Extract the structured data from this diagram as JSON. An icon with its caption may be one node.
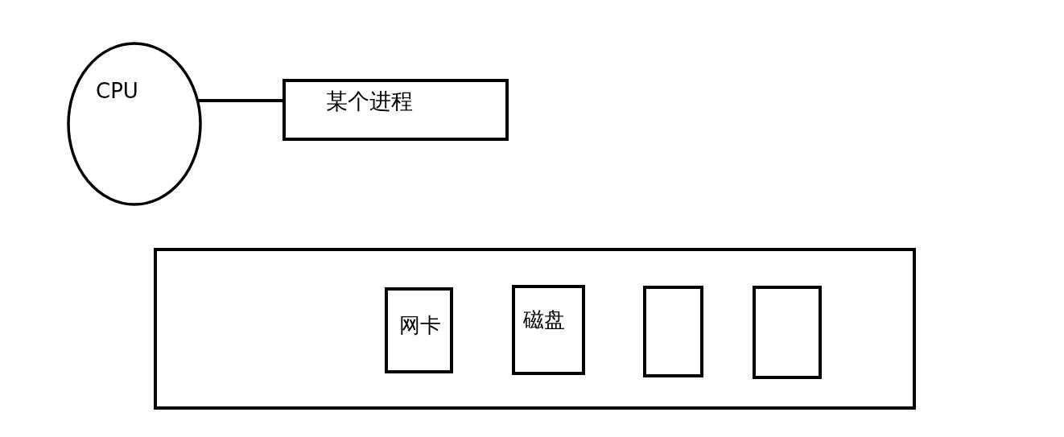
{
  "diagram": {
    "nodes": [
      {
        "text": [
          "CPU"
        ]
      },
      {
        "text": [
          "某个进程"
        ]
      },
      {
        "text": [],
        "shape": "box"
      },
      {
        "text": [
          "网卡"
        ],
        "in": 2
      },
      {
        "text": [
          "磁盘"
        ],
        "in": 2
      },
      {
        "text": [],
        "shape": "box",
        "in": 2
      },
      {
        "text": [],
        "shape": "box",
        "in": 2
      }
    ],
    "edges": [
      {
        "from": 0,
        "to": 1,
        "arrow": "none"
      }
    ]
  }
}
